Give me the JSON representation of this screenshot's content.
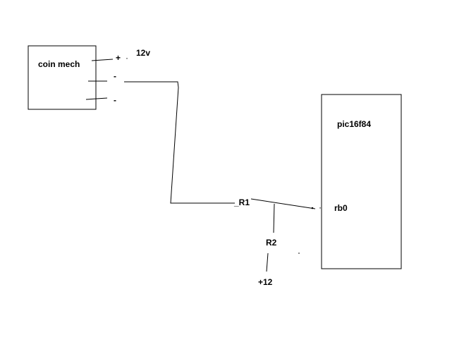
{
  "colors": {
    "background": "#ffffff",
    "ink": "#000000"
  },
  "coin_mech": {
    "title": "coin mech",
    "pin_plus": "+",
    "pin_minus_1": "-",
    "pin_minus_2": "-",
    "supply": "12v"
  },
  "pic": {
    "title": "pic16f84",
    "pin": "rb0"
  },
  "resistors": {
    "r1": "_R1",
    "r2": "R2",
    "r2_supply": "+12"
  }
}
